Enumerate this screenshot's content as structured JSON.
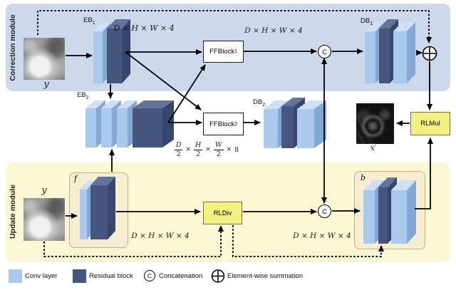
{
  "modules": {
    "correction": {
      "title": "Correction module"
    },
    "update": {
      "title": "Update module"
    }
  },
  "blocks": {
    "eb1": {
      "base": "EB",
      "sub": "1"
    },
    "eb2": {
      "base": "EB",
      "sub": "2"
    },
    "db1": {
      "base": "DB",
      "sub": "1"
    },
    "db2": {
      "base": "DB",
      "sub": "2"
    },
    "ffblock1": {
      "base": "FFBlock",
      "sub": "1"
    },
    "ffblock2": {
      "base": "FFBlock",
      "sub": "2"
    },
    "rldiv": {
      "label": "RLDiv"
    },
    "rlmul": {
      "label": "RLMul"
    },
    "f": {
      "label": "f"
    },
    "b": {
      "label": "b"
    }
  },
  "ops": {
    "concat": "C",
    "sum": "⊕"
  },
  "tensors": {
    "y_top": "y",
    "y_bottom": "y",
    "x_prime": "x′"
  },
  "dims": {
    "full": "D × H × W × 4",
    "half": {
      "n1": "D",
      "d1": "2",
      "x1": "×",
      "n2": "H",
      "d2": "2",
      "x2": "×",
      "n3": "W",
      "d3": "2",
      "x3": "×",
      "ch": "8"
    }
  },
  "legend": {
    "conv": {
      "label": "Conv layer",
      "color": "#a9c9ed"
    },
    "residual": {
      "label": "Residual block",
      "color": "#46567d"
    },
    "concat": {
      "label": "Concatenation",
      "symbol": "C"
    },
    "sum": {
      "label": "Element-wise summation",
      "symbol": "⊕"
    }
  },
  "colors": {
    "correction_bg": "#cdd8ec",
    "update_bg": "#fbf7d2",
    "conv_front": "#a9c9ed",
    "conv_top": "#cfe0f6",
    "conv_side": "#84a8d6",
    "residual_front": "#46567d",
    "residual_top": "#63739b",
    "residual_side": "#36466c",
    "container_bg": "#f7edd3",
    "container_border": "#caaf77",
    "op_yellow": "#f2ef83"
  }
}
